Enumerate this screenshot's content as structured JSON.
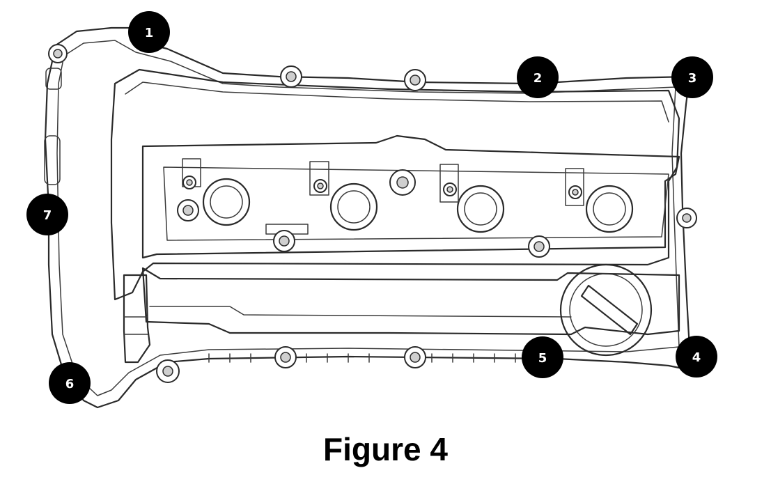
{
  "caption": "Figure 4",
  "markers": [
    {
      "label": "1"
    },
    {
      "label": "2"
    },
    {
      "label": "3"
    },
    {
      "label": "4"
    },
    {
      "label": "5"
    },
    {
      "label": "6"
    },
    {
      "label": "7"
    }
  ],
  "colors": {
    "marker_fill": "#000000",
    "marker_text": "#ffffff",
    "line_art": "#2a2a2a",
    "background": "#ffffff"
  }
}
